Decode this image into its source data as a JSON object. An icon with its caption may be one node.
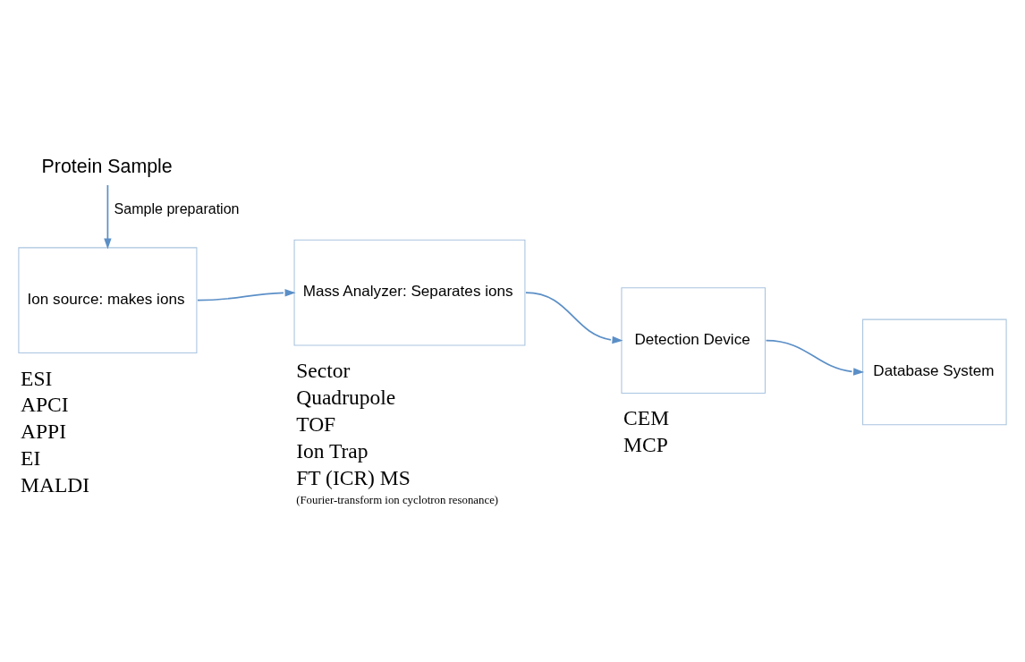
{
  "diagram": {
    "nodes": [
      {
        "text": [
          "Protein Sample"
        ]
      },
      {
        "text": [
          "Ion source: makes ions"
        ],
        "beside": [
          "ESI",
          "APCI",
          "APPI",
          "EI",
          "MALDI"
        ]
      },
      {
        "text": [
          "Mass Analyzer: Separates ions"
        ],
        "beside": [
          "Sector",
          "Quadrupole",
          "TOF",
          "Ion Trap",
          "FT (ICR) MS",
          "(Fourier-transform ion cyclotron resonance)"
        ]
      },
      {
        "text": [
          "Detection Device"
        ],
        "beside": [
          "CEM",
          "MCP"
        ]
      },
      {
        "text": [
          "Database System"
        ]
      }
    ],
    "edges": [
      {
        "from": 0,
        "to": 1,
        "arrow": "to",
        "label": "Sample preparation"
      },
      {
        "from": 1,
        "to": 2,
        "arrow": "to"
      },
      {
        "from": 2,
        "to": 3,
        "arrow": "to"
      },
      {
        "from": 3,
        "to": 4,
        "arrow": "to"
      }
    ]
  }
}
